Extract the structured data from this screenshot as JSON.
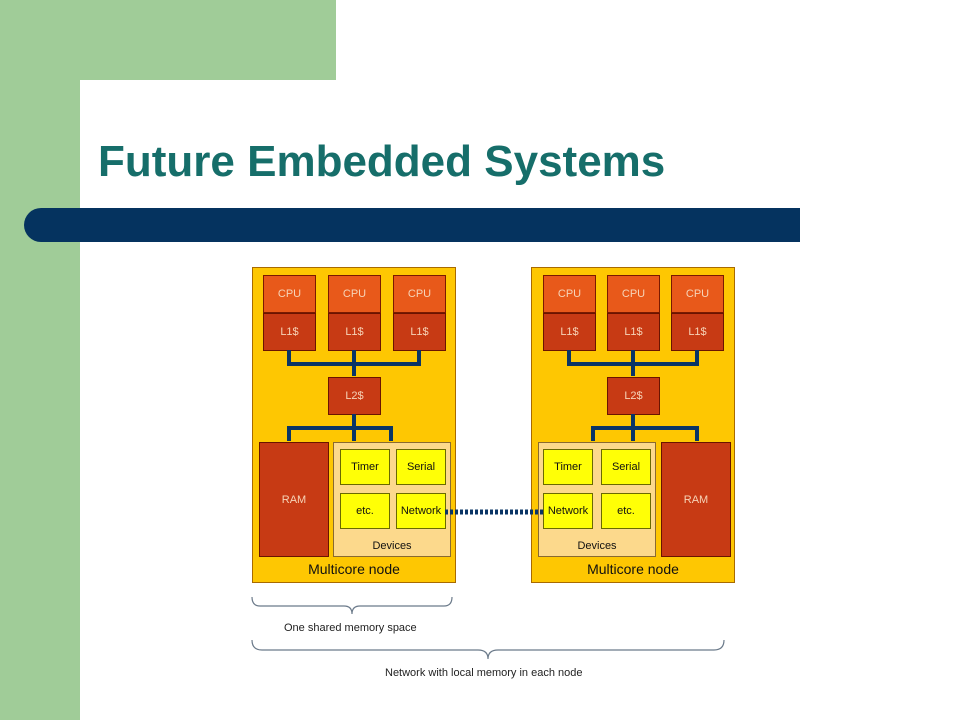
{
  "slide": {
    "title": "Future Embedded Systems"
  },
  "diagram": {
    "nodes": [
      {
        "label": "Multicore node",
        "cpus": [
          "CPU",
          "CPU",
          "CPU"
        ],
        "l1": [
          "L1$",
          "L1$",
          "L1$"
        ],
        "l2": "L2$",
        "ram": "RAM",
        "devices_label": "Devices",
        "devices": [
          "Timer",
          "Serial",
          "etc.",
          "Network"
        ]
      },
      {
        "label": "Multicore node",
        "cpus": [
          "CPU",
          "CPU",
          "CPU"
        ],
        "l1": [
          "L1$",
          "L1$",
          "L1$"
        ],
        "l2": "L2$",
        "ram": "RAM",
        "devices_label": "Devices",
        "devices": [
          "Timer",
          "Serial",
          "Network",
          "etc."
        ]
      }
    ],
    "brace_shared": "One shared memory space",
    "brace_network": "Network with local memory in each node"
  },
  "colors": {
    "green": "#a0cc98",
    "title": "#166e6a",
    "bar": "#05335f",
    "node": "#fec702",
    "cpu": "#e8591a",
    "cache": "#c73a14",
    "device": "#ffff06",
    "bus": "#0a3566"
  }
}
